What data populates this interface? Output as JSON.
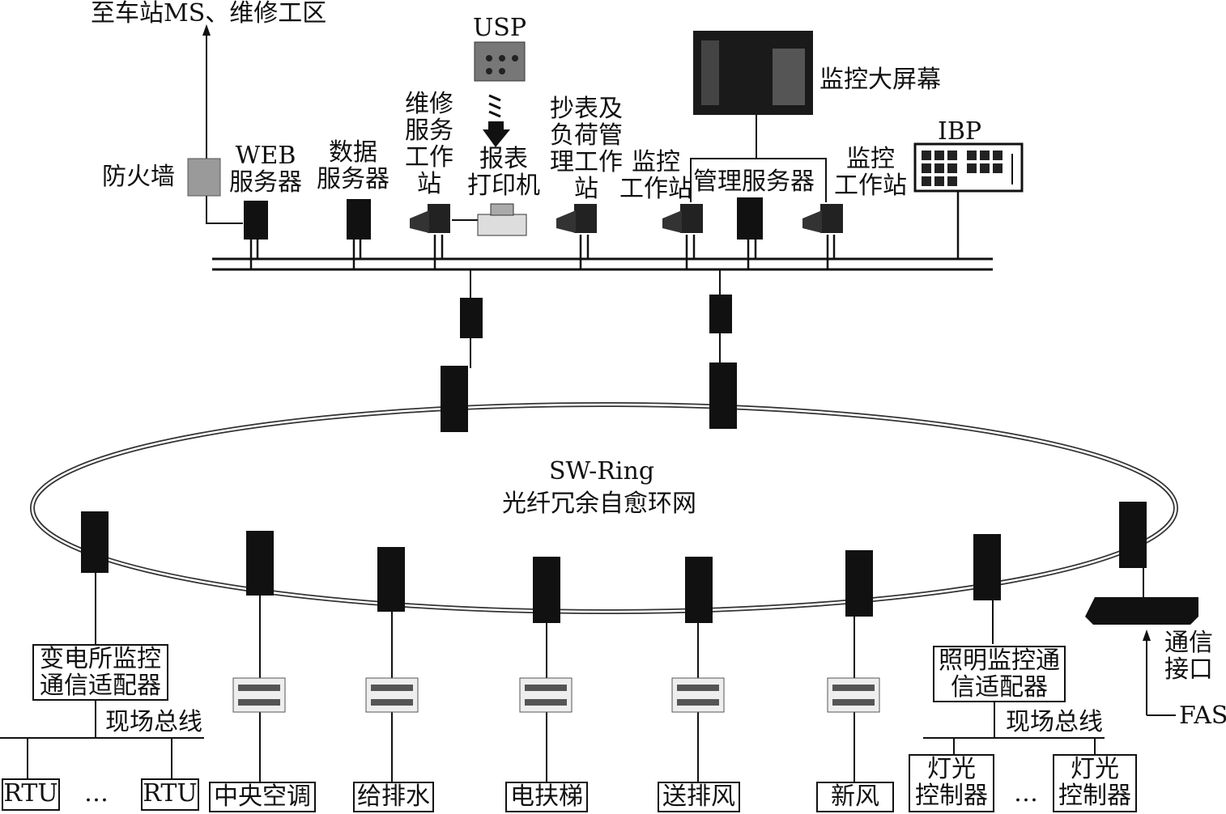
{
  "labels": {
    "to_station": "至车站MS、维修工区",
    "usp": "USP",
    "monitor_screen": "监控大屏幕",
    "firewall": "防火墙",
    "web_server": "WEB\n服务器",
    "data_server": "数据\n服务器",
    "maint_ws": "维修\n服务\n工作\n站",
    "printer": "报表\n打印机",
    "meter_ws": "抄表及\n负荷管\n理工作\n站",
    "monitor_ws1": "监控\n工作站",
    "mgmt_server": "管理服务器",
    "monitor_ws2": "监控\n工作站",
    "ibp": "IBP",
    "ring_name": "SW-Ring",
    "ring_desc": "光纤冗余自愈环网",
    "comm_if": "通信\n接口",
    "fas": "FAS",
    "fieldbus_left": "现场总线",
    "fieldbus_right": "现场总线",
    "ellipsis_left": "…",
    "ellipsis_right": "…"
  },
  "boxes": {
    "substation": "变电所监控\n通信适配器",
    "lighting_adapter": "照明监控通\n信适配器",
    "rtu1": "RTU",
    "rtu2": "RTU",
    "hvac": "中央空调",
    "water": "给排水",
    "escalator": "电扶梯",
    "ventilation": "送排风",
    "fresh_air": "新风",
    "light_ctrl1": "灯光\n控制器",
    "light_ctrl2": "灯光\n控制器"
  }
}
